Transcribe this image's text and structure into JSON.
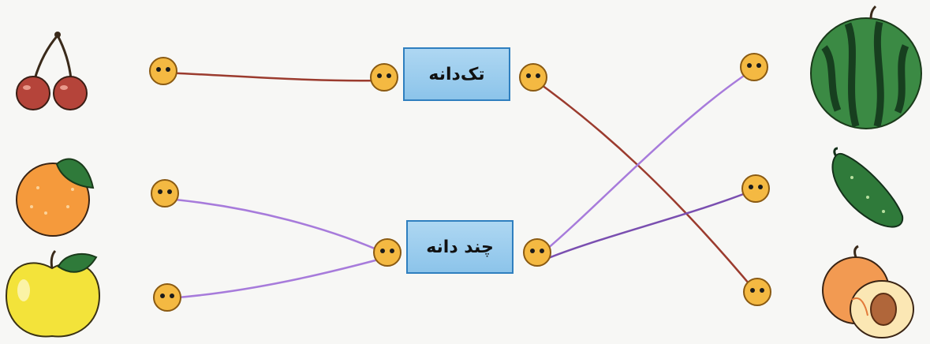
{
  "labels": {
    "single": "تک‌دانه",
    "multi": "چند دانه"
  },
  "left_items": [
    {
      "name": "cherry",
      "icon": "cherry-icon"
    },
    {
      "name": "orange",
      "icon": "orange-icon"
    },
    {
      "name": "apple",
      "icon": "apple-icon"
    }
  ],
  "right_items": [
    {
      "name": "watermelon",
      "icon": "watermelon-icon"
    },
    {
      "name": "cucumber",
      "icon": "cucumber-icon"
    },
    {
      "name": "peach",
      "icon": "peach-icon"
    }
  ],
  "connections": [
    {
      "from": "cherry",
      "to": "single",
      "color": "#9b3b2e"
    },
    {
      "from": "orange",
      "to": "multi",
      "color": "#a77bdb"
    },
    {
      "from": "apple",
      "to": "multi",
      "color": "#a77bdb"
    },
    {
      "from": "single",
      "to": "peach",
      "color": "#9b3b2e"
    },
    {
      "from": "multi",
      "to": "watermelon",
      "color": "#a77bdb"
    },
    {
      "from": "multi",
      "to": "cucumber",
      "color": "#7a4fb0"
    }
  ],
  "colors": {
    "dot_fill": "#f4b942",
    "dot_stroke": "#8a5a12",
    "box_border": "#2f7fbf"
  }
}
